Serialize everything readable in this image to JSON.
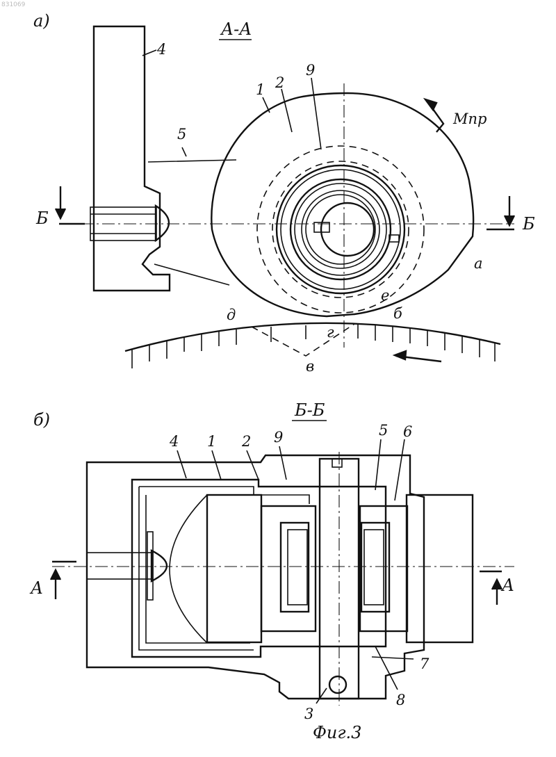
{
  "watermark": "831069",
  "view_a": {
    "panel": "а)",
    "section": "А-А",
    "callouts": [
      "4",
      "5",
      "1",
      "2",
      "9"
    ],
    "moment": "Мпр",
    "points": [
      "а",
      "б",
      "в",
      "г",
      "д",
      "е"
    ],
    "cut_marks": [
      "Б",
      "Б"
    ]
  },
  "view_b": {
    "panel": "б)",
    "section": "Б-Б",
    "callouts_top": [
      "4",
      "1",
      "2",
      "9",
      "5",
      "6"
    ],
    "callouts_side": [
      "7",
      "8",
      "3"
    ],
    "cut_marks": [
      "А",
      "А"
    ]
  },
  "caption": "Фиг.3"
}
